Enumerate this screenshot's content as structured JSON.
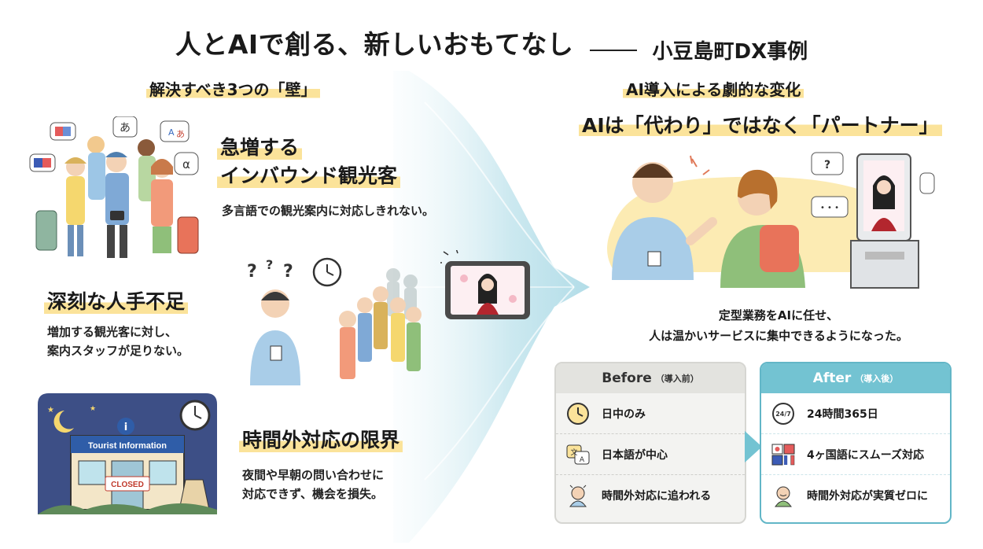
{
  "title": {
    "main": "人とAIで創る、新しいおもてなし",
    "sub": "小豆島町DX事例"
  },
  "left": {
    "heading": "解決すべき3つの「壁」",
    "problems": [
      {
        "title_lines": [
          "急増する",
          "インバウンド観光客"
        ],
        "desc_lines": [
          "多言語での観光案内に対応しきれない。"
        ]
      },
      {
        "title_lines": [
          "深刻な人手不足"
        ],
        "desc_lines": [
          "増加する観光客に対し、",
          "案内スタッフが足りない。"
        ]
      },
      {
        "title_lines": [
          "時間外対応の限界"
        ],
        "desc_lines": [
          "夜間や早朝の問い合わせに",
          "対応できず、機会を損失。"
        ]
      }
    ],
    "sign_text": "Tourist Information",
    "closed_text": "CLOSED"
  },
  "right": {
    "heading": "AI導入による劇的な変化",
    "partner_title": "AIは「代わり」ではなく「パートナー」",
    "partner_desc_lines": [
      "定型業務をAIに任せ、",
      "人は温かいサービスに集中できるようになった。"
    ],
    "before": {
      "label": "Before",
      "label_note": "（導入前）",
      "items": [
        {
          "icon": "clock-icon",
          "text": "日中のみ"
        },
        {
          "icon": "translate-icon",
          "text": "日本語が中心"
        },
        {
          "icon": "stressed-person-icon",
          "text": "時間外対応に追われる"
        }
      ]
    },
    "after": {
      "label": "After",
      "label_note": "（導入後）",
      "items": [
        {
          "icon": "24-7-icon",
          "text": "24時間365日"
        },
        {
          "icon": "flags-icon",
          "text": "4ヶ国語にスムーズ対応"
        },
        {
          "icon": "relaxed-person-icon",
          "text": "時間外対応が実質ゼロに"
        }
      ]
    }
  },
  "glyphs": {
    "a_hira": "あ",
    "alpha": "α",
    "ja": "あ",
    "a": "A",
    "q": "?",
    "dots": "• • •",
    "h247": "24/7",
    "bubble_q": "?",
    "info": "i",
    "bunA": "文"
  },
  "colors": {
    "accent_yellow": "#fbe39a",
    "accent_teal": "#73c3d2",
    "shirt_blue": "#a9cde8",
    "night_navy": "#3d4f86"
  }
}
